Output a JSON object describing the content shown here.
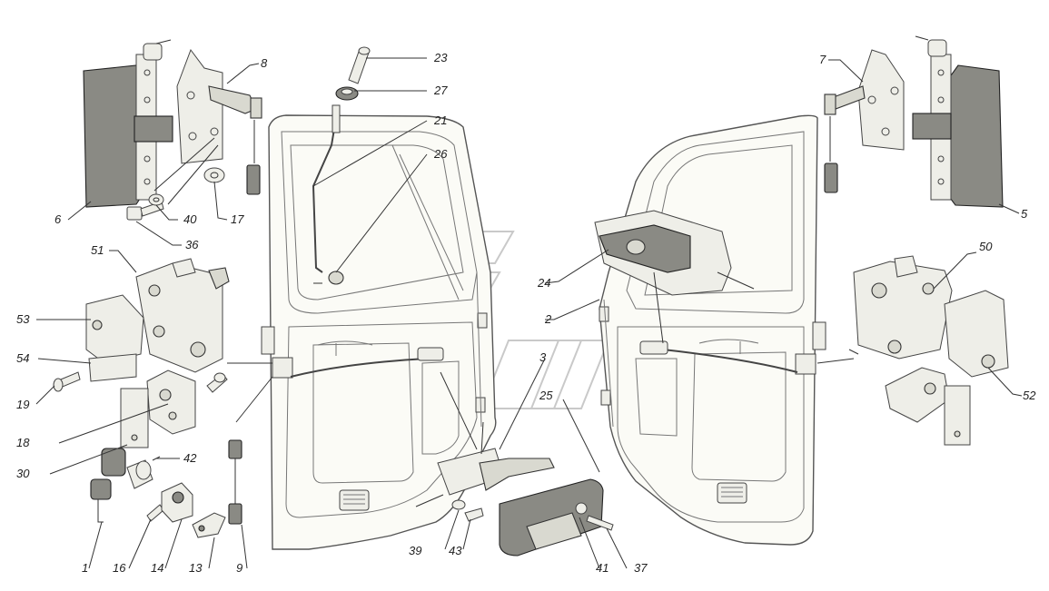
{
  "diagram": {
    "callouts": [
      {
        "id": "c23",
        "label": "23"
      },
      {
        "id": "c27",
        "label": "27"
      },
      {
        "id": "c21",
        "label": "21"
      },
      {
        "id": "c26",
        "label": "26"
      },
      {
        "id": "c8",
        "label": "8"
      },
      {
        "id": "c6",
        "label": "6"
      },
      {
        "id": "c40",
        "label": "40"
      },
      {
        "id": "c17",
        "label": "17"
      },
      {
        "id": "c36",
        "label": "36"
      },
      {
        "id": "c51",
        "label": "51"
      },
      {
        "id": "c53",
        "label": "53"
      },
      {
        "id": "c54",
        "label": "54"
      },
      {
        "id": "c19",
        "label": "19"
      },
      {
        "id": "c18",
        "label": "18"
      },
      {
        "id": "c30",
        "label": "30"
      },
      {
        "id": "c42",
        "label": "42"
      },
      {
        "id": "c1",
        "label": "1"
      },
      {
        "id": "c16",
        "label": "16"
      },
      {
        "id": "c14",
        "label": "14"
      },
      {
        "id": "c13",
        "label": "13"
      },
      {
        "id": "c9",
        "label": "9"
      },
      {
        "id": "c24",
        "label": "24"
      },
      {
        "id": "c2",
        "label": "2"
      },
      {
        "id": "c3",
        "label": "3"
      },
      {
        "id": "c25",
        "label": "25"
      },
      {
        "id": "c39",
        "label": "39"
      },
      {
        "id": "c43",
        "label": "43"
      },
      {
        "id": "c41",
        "label": "41"
      },
      {
        "id": "c37",
        "label": "37"
      },
      {
        "id": "c7",
        "label": "7"
      },
      {
        "id": "c5",
        "label": "5"
      },
      {
        "id": "c50",
        "label": "50"
      },
      {
        "id": "c52",
        "label": "52"
      }
    ]
  }
}
